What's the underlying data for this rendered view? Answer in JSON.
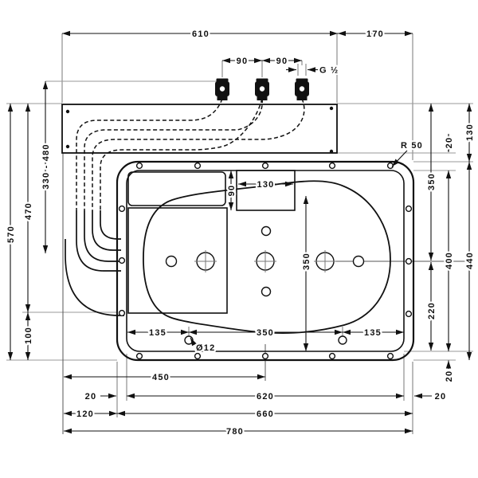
{
  "drawing": {
    "title": "bathtub-installation-dimension-drawing",
    "background": "#ffffff",
    "line_color": "#111111",
    "ext_line_color": "#999999",
    "dimensions": {
      "d610": "610",
      "d170": "170",
      "d90_left": "90",
      "d90_right": "90",
      "thread": "G ½",
      "d130_right": "130",
      "d20_panel_gap": "20",
      "d350_right": "350",
      "d220_right": "220",
      "d400_inner": "400",
      "d440_outer": "440",
      "d20_bottom_right_v": "20",
      "r50": "R 50",
      "d570": "570",
      "d470": "470",
      "d330_480": "330 - 480",
      "d100": "100",
      "d90_recess": "90",
      "d130_recess": "130",
      "d350_basin": "350",
      "d135_left": "135",
      "d350_holes": "350",
      "d135_right": "135",
      "dia12": "Ø12",
      "d450": "450",
      "d20_inner_left": "20",
      "d620": "620",
      "d20_inner_right": "20",
      "d120": "120",
      "d660": "660",
      "d780": "780"
    }
  }
}
